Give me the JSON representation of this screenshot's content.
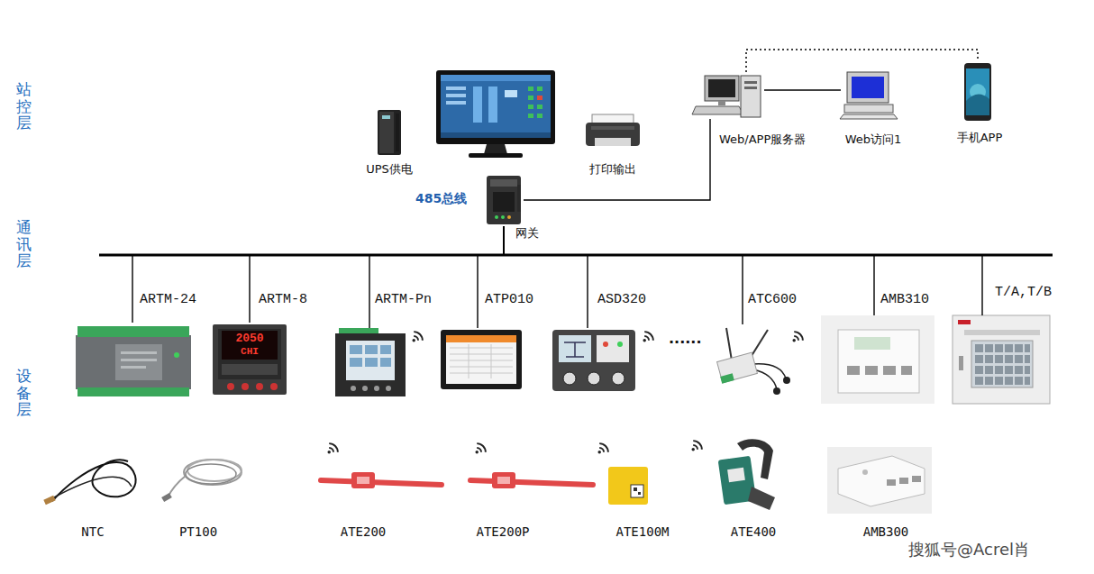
{
  "diagram": {
    "nodes": [
      {
        "text": [
          "UPS供电"
        ]
      },
      {
        "text": [
          "打印输出"
        ]
      },
      {
        "text": [
          "网关"
        ]
      },
      {
        "text": [
          "Web/APP服务器"
        ]
      },
      {
        "text": [
          "Web访问1"
        ]
      },
      {
        "text": [
          "手机APP"
        ]
      },
      {
        "text": [
          "ARTM-24"
        ]
      },
      {
        "text": [
          "ARTM-8"
        ]
      },
      {
        "text": [
          "ARTM-Pn"
        ]
      },
      {
        "text": [
          "ATP010"
        ]
      },
      {
        "text": [
          "ASD320"
        ]
      },
      {
        "text": [
          "ATC600"
        ]
      },
      {
        "text": [
          "AMB310"
        ]
      },
      {
        "text": [
          "T/A,T/B"
        ]
      },
      {
        "text": [
          "NTC"
        ]
      },
      {
        "text": [
          "PT100"
        ]
      },
      {
        "text": [
          "ATE200"
        ]
      },
      {
        "text": [
          "ATE200P"
        ]
      },
      {
        "text": [
          "ATE100M"
        ]
      },
      {
        "text": [
          "ATE400"
        ]
      },
      {
        "text": [
          "AMB300"
        ]
      }
    ],
    "edges": [
      {
        "from": 2,
        "to": 3,
        "arrow": "none"
      },
      {
        "from": 3,
        "to": 4,
        "arrow": "none"
      },
      {
        "from": 3,
        "to": 5,
        "arrow": "none"
      },
      {
        "from": 2,
        "to": 6,
        "arrow": "none"
      },
      {
        "from": 2,
        "to": 7,
        "arrow": "none"
      },
      {
        "from": 2,
        "to": 8,
        "arrow": "none"
      },
      {
        "from": 2,
        "to": 9,
        "arrow": "none"
      },
      {
        "from": 2,
        "to": 10,
        "arrow": "none"
      },
      {
        "from": 2,
        "to": 11,
        "arrow": "none"
      },
      {
        "from": 2,
        "to": 12,
        "arrow": "none"
      },
      {
        "from": 2,
        "to": 13,
        "arrow": "none"
      }
    ],
    "labels": [
      "站控层",
      "通讯层",
      "设备层",
      "485总线",
      "2050",
      "CHI",
      "......",
      "搜狐号@Acrel肖"
    ]
  }
}
